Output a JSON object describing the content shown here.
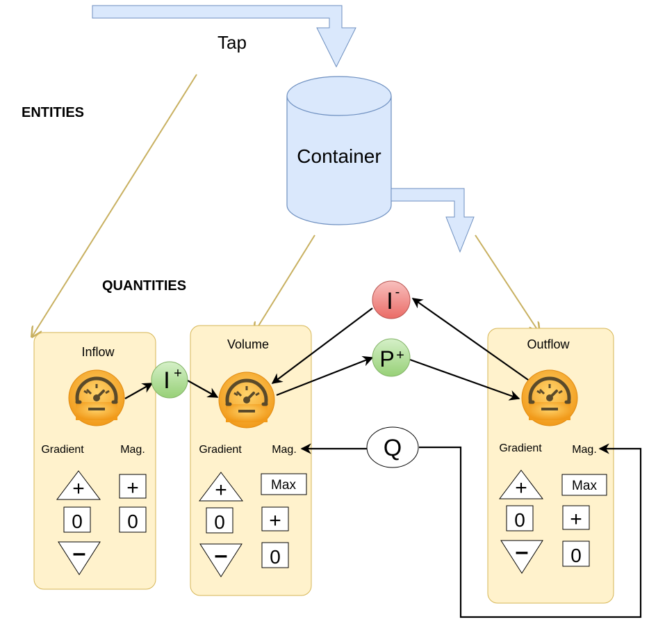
{
  "labels": {
    "entities": "ENTITIES",
    "quantities": "QUANTITIES"
  },
  "entities": {
    "tap": "Tap",
    "container": "Container"
  },
  "quantities": {
    "inflow": {
      "name": "Inflow",
      "gradient_label": "Gradient",
      "magnitude_label": "Mag.",
      "gradient_values": [
        "+",
        "0",
        "–"
      ],
      "magnitude_values": [
        "+",
        "0"
      ]
    },
    "volume": {
      "name": "Volume",
      "gradient_label": "Gradient",
      "magnitude_label": "Mag.",
      "gradient_values": [
        "+",
        "0",
        "–"
      ],
      "magnitude_values": [
        "Max",
        "+",
        "0"
      ]
    },
    "outflow": {
      "name": "Outflow",
      "gradient_label": "Gradient",
      "magnitude_label": "Mag.",
      "gradient_values": [
        "+",
        "0",
        "–"
      ],
      "magnitude_values": [
        "Max",
        "+",
        "0"
      ]
    }
  },
  "relations": {
    "influence_positive": {
      "letter": "I",
      "sign": "+"
    },
    "influence_negative": {
      "letter": "I",
      "sign": "-"
    },
    "proportional_positive": {
      "letter": "P",
      "sign": "+"
    },
    "value_correspondence": {
      "letter": "Q"
    }
  },
  "icons": {
    "quantity_icon": "gauge-icon"
  },
  "colors": {
    "quantity_fill": "#fff2cc",
    "quantity_border": "#d6b656",
    "entity_fill": "#dae8fc",
    "entity_border": "#6c8ebf",
    "link_gold": "#c8b060",
    "influence_positive": "#b9e0a5",
    "influence_negative": "#f19c99",
    "gauge_fill": "#f5a623"
  }
}
